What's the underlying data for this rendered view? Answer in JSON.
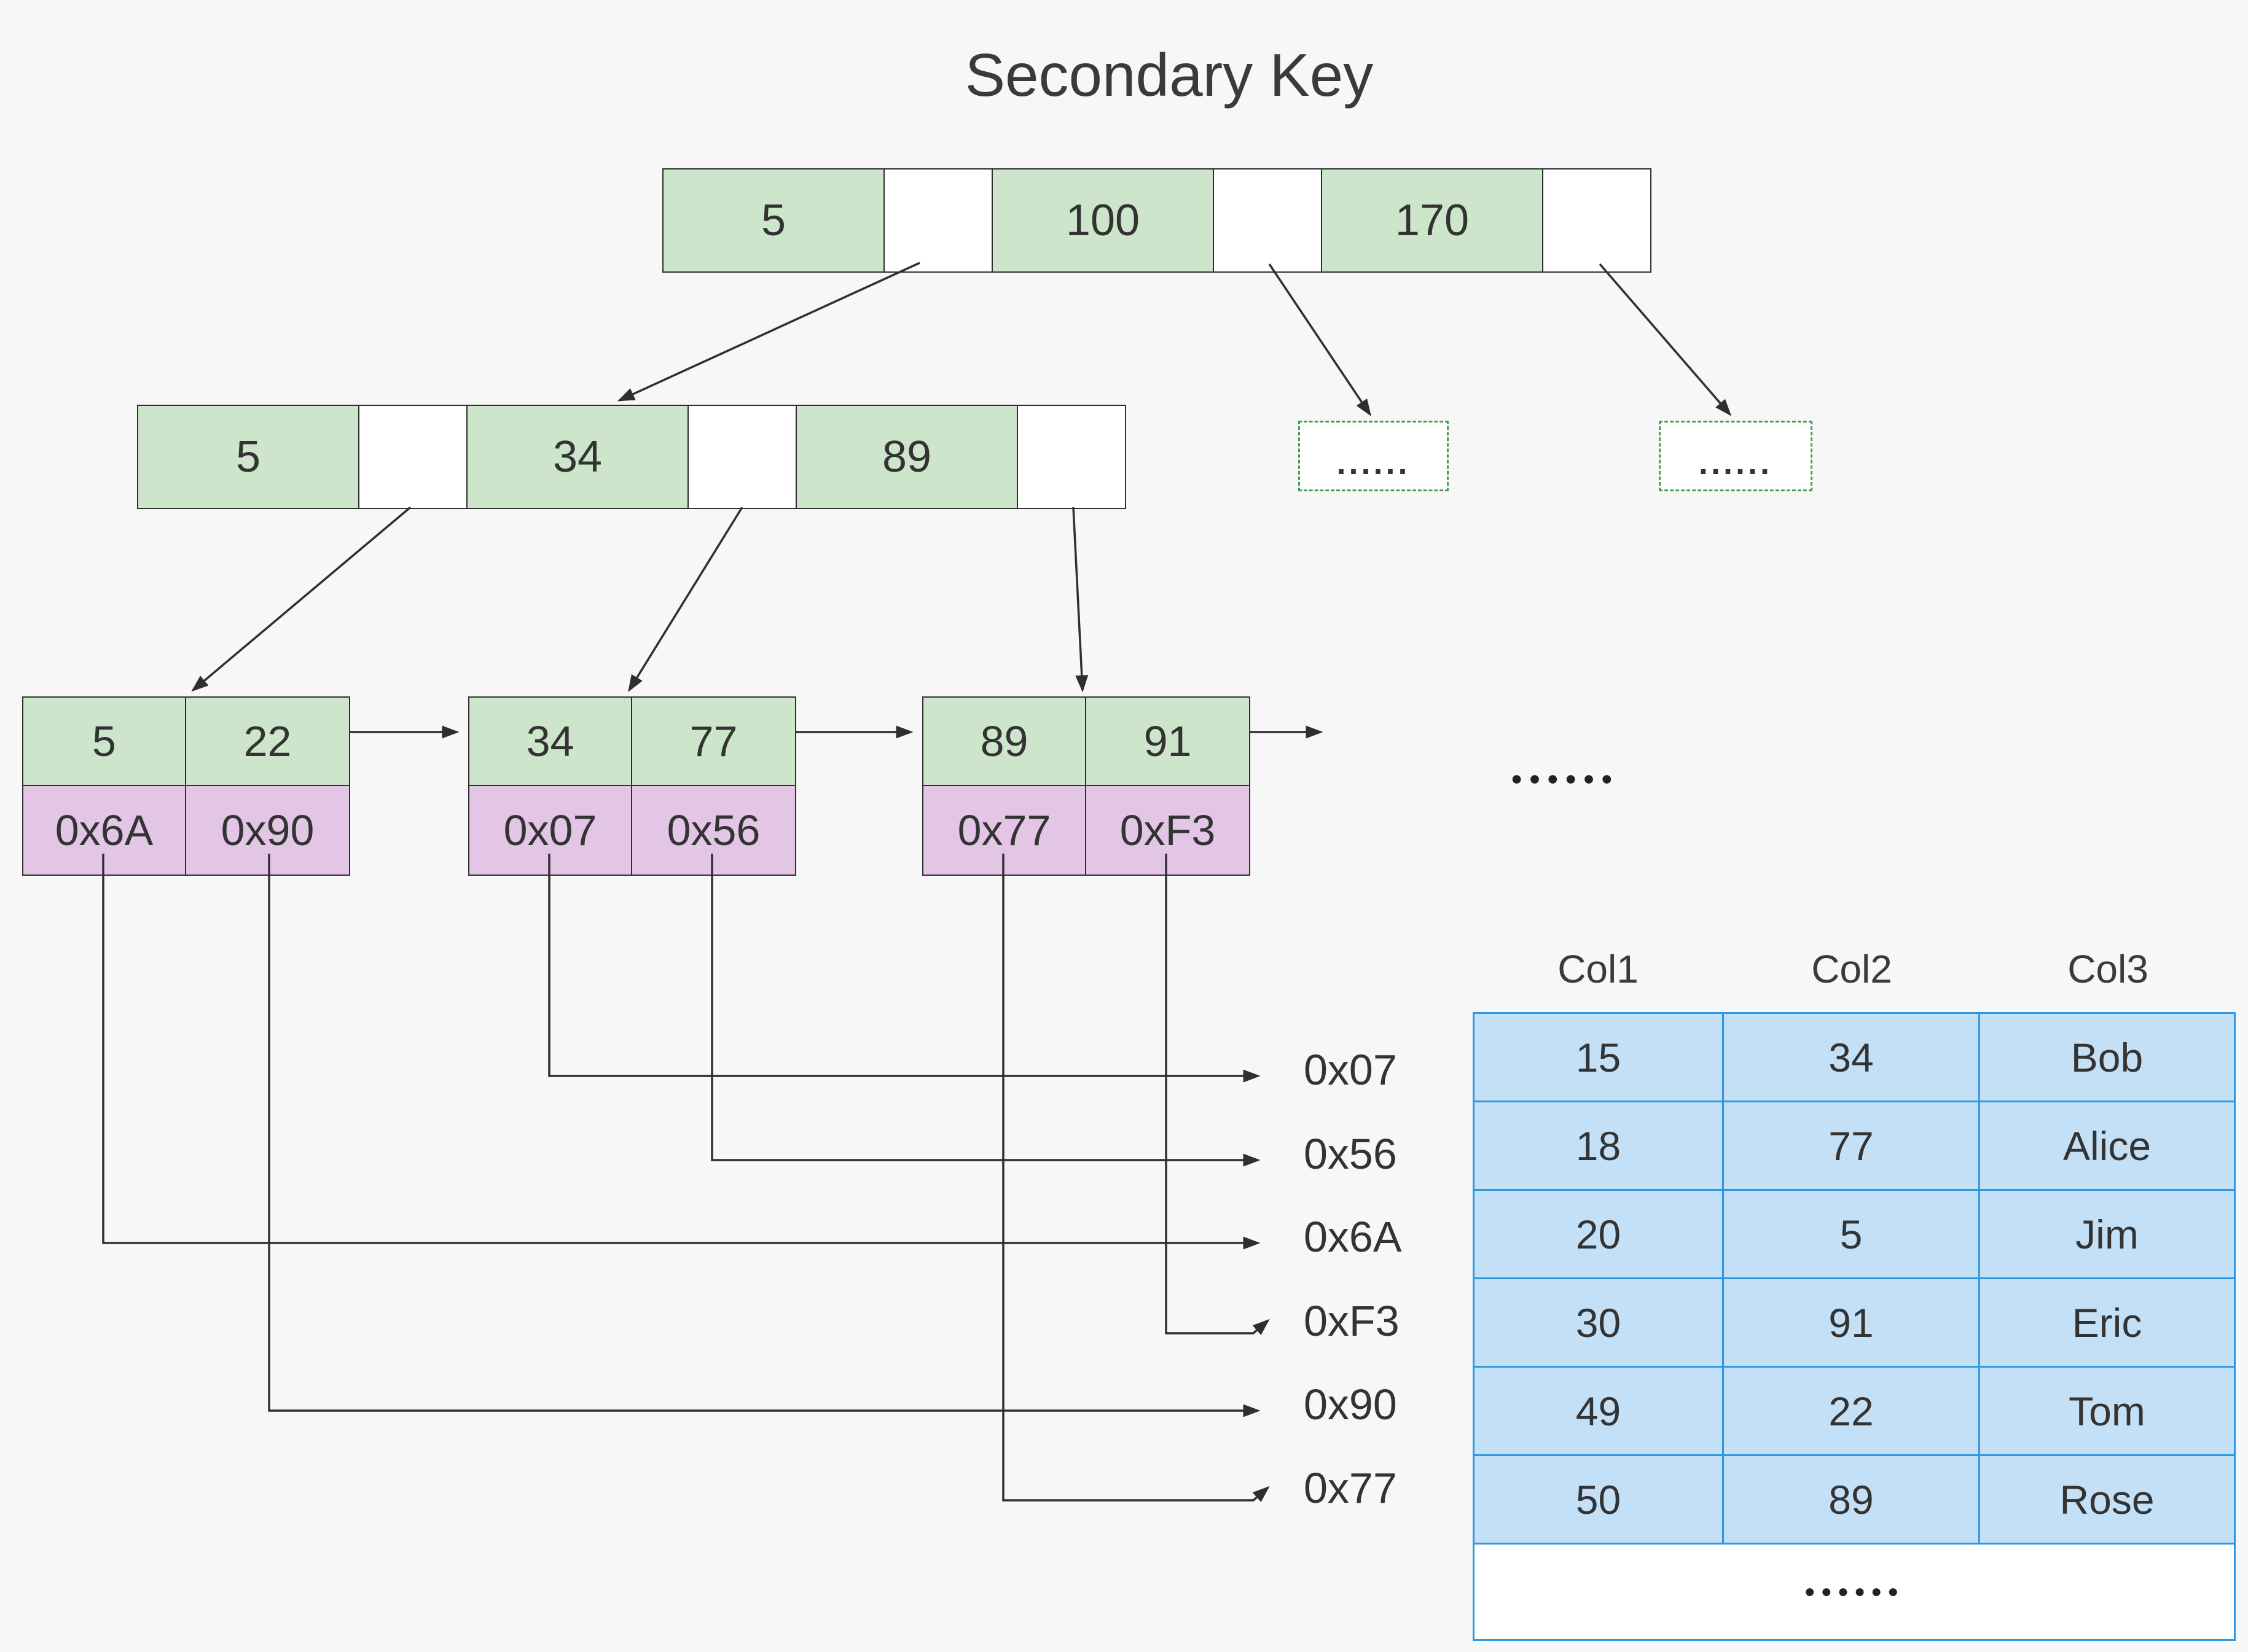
{
  "title": "Secondary Key",
  "tree": {
    "root_keys": [
      "5",
      "100",
      "170"
    ],
    "internal_keys": [
      "5",
      "34",
      "89"
    ],
    "overflow_boxes": [
      "......",
      "......"
    ],
    "leaves": [
      {
        "keys": [
          "5",
          "22"
        ],
        "addrs": [
          "0x6A",
          "0x90"
        ]
      },
      {
        "keys": [
          "34",
          "77"
        ],
        "addrs": [
          "0x07",
          "0x56"
        ]
      },
      {
        "keys": [
          "89",
          "91"
        ],
        "addrs": [
          "0x77",
          "0xF3"
        ]
      }
    ],
    "leaf_chain_ellipsis": "●●●●●●"
  },
  "address_labels": [
    "0x07",
    "0x56",
    "0x6A",
    "0xF3",
    "0x90",
    "0x77"
  ],
  "table": {
    "headers": [
      "Col1",
      "Col2",
      "Col3"
    ],
    "rows": [
      [
        "15",
        "34",
        "Bob"
      ],
      [
        "18",
        "77",
        "Alice"
      ],
      [
        "20",
        "5",
        "Jim"
      ],
      [
        "30",
        "91",
        "Eric"
      ],
      [
        "49",
        "22",
        "Tom"
      ],
      [
        "50",
        "89",
        "Rose"
      ]
    ],
    "ellipsis": "●●●●●●"
  },
  "colors": {
    "key_cell": "#cde5cb",
    "addr_cell": "#e3c6e6",
    "table_cell": "#c4e0f7",
    "table_border": "#2e97e2",
    "overflow_border": "#44a04c",
    "line": "#2f2f2f",
    "background": "#f7f7f8"
  }
}
